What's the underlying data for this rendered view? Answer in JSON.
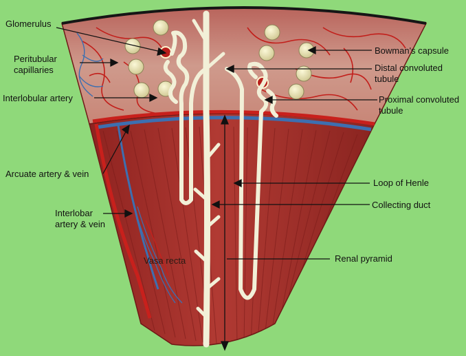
{
  "labels": {
    "glomerulus": "Glomerulus",
    "peritubular_1": "Peritubular",
    "peritubular_2": "capillaries",
    "interlobular_artery": "Interlobular artery",
    "arcuate": "Arcuate artery & vein",
    "interlobar_1": "Interlobar",
    "interlobar_2": "artery & vein",
    "vasa_recta": "Vasa recta",
    "bowmans_capsule": "Bowman's capsule",
    "distal_1": "Distal convoluted",
    "distal_2": "tubule",
    "proximal_1": "Proximal convoluted",
    "proximal_2": "tubule",
    "loop_of_henle": "Loop of Henle",
    "collecting_duct": "Collecting duct",
    "renal_pyramid": "Renal pyramid"
  },
  "colors": {
    "background": "#8fd97a",
    "cortex": "#c98a7e",
    "medulla": "#a8322c",
    "artery": "#c8201c",
    "vein": "#3d6fb0",
    "tubule": "#f2f0d8",
    "capsule": "#e6e2b4",
    "capsule_rim": "#111111"
  }
}
